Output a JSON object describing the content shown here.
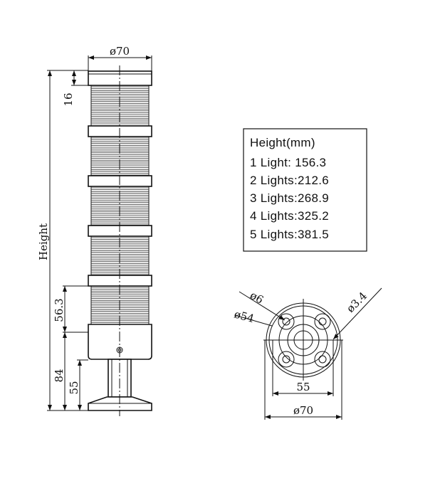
{
  "side_view": {
    "diameter_top": "ø70",
    "cap_height": "16",
    "total_height_label": "Height",
    "tier_height": "56.3",
    "base_height": "84",
    "stem_height": "55"
  },
  "height_table": {
    "title": "Height(mm)",
    "rows": [
      "1 Light: 156.3",
      "2 Lights:212.6",
      "3 Lights:268.9",
      "4 Lights:325.2",
      "5 Lights:381.5"
    ]
  },
  "bottom_view": {
    "hole_diameter": "ø6",
    "inner_diameter": "ø54",
    "small_hole_diameter": "ø3.4",
    "hole_spacing": "55",
    "outer_diameter": "ø70"
  }
}
